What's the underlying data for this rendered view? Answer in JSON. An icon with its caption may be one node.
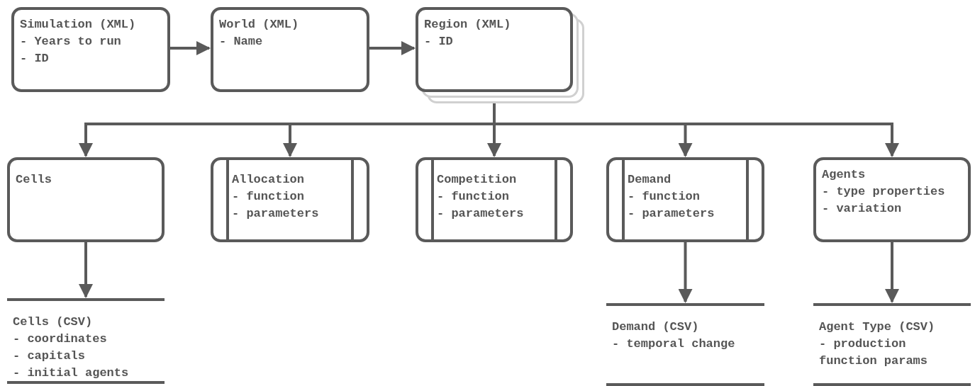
{
  "diagram": {
    "nodes": [
      {
        "text": [
          "Simulation (XML)",
          "- Years to run",
          "- ID"
        ]
      },
      {
        "text": [
          "World (XML)",
          "- Name"
        ]
      },
      {
        "text": [
          "Region (XML)",
          "- ID"
        ]
      },
      {
        "text": [
          "Cells"
        ]
      },
      {
        "text": [
          "Allocation",
          "- function",
          "- parameters"
        ]
      },
      {
        "text": [
          "Competition",
          "- function",
          "- parameters"
        ]
      },
      {
        "text": [
          "Demand",
          "- function",
          "- parameters"
        ]
      },
      {
        "text": [
          "Agents",
          "- type properties",
          "- variation"
        ]
      },
      {
        "text": [
          "Cells (CSV)",
          "- coordinates",
          "- capitals",
          "- initial agents"
        ]
      },
      {
        "text": [
          "Demand (CSV)",
          "- temporal change"
        ]
      },
      {
        "text": [
          "Agent Type (CSV)",
          "- production function params"
        ]
      }
    ],
    "edges": [
      {
        "from": 0,
        "to": 1,
        "arrow": "to"
      },
      {
        "from": 1,
        "to": 2,
        "arrow": "to"
      },
      {
        "from": 2,
        "to": 3,
        "arrow": "to"
      },
      {
        "from": 2,
        "to": 4,
        "arrow": "to"
      },
      {
        "from": 2,
        "to": 5,
        "arrow": "to"
      },
      {
        "from": 2,
        "to": 6,
        "arrow": "to"
      },
      {
        "from": 2,
        "to": 7,
        "arrow": "to"
      },
      {
        "from": 3,
        "to": 8,
        "arrow": "to"
      },
      {
        "from": 6,
        "to": 9,
        "arrow": "to"
      },
      {
        "from": 7,
        "to": 10,
        "arrow": "to"
      }
    ]
  }
}
